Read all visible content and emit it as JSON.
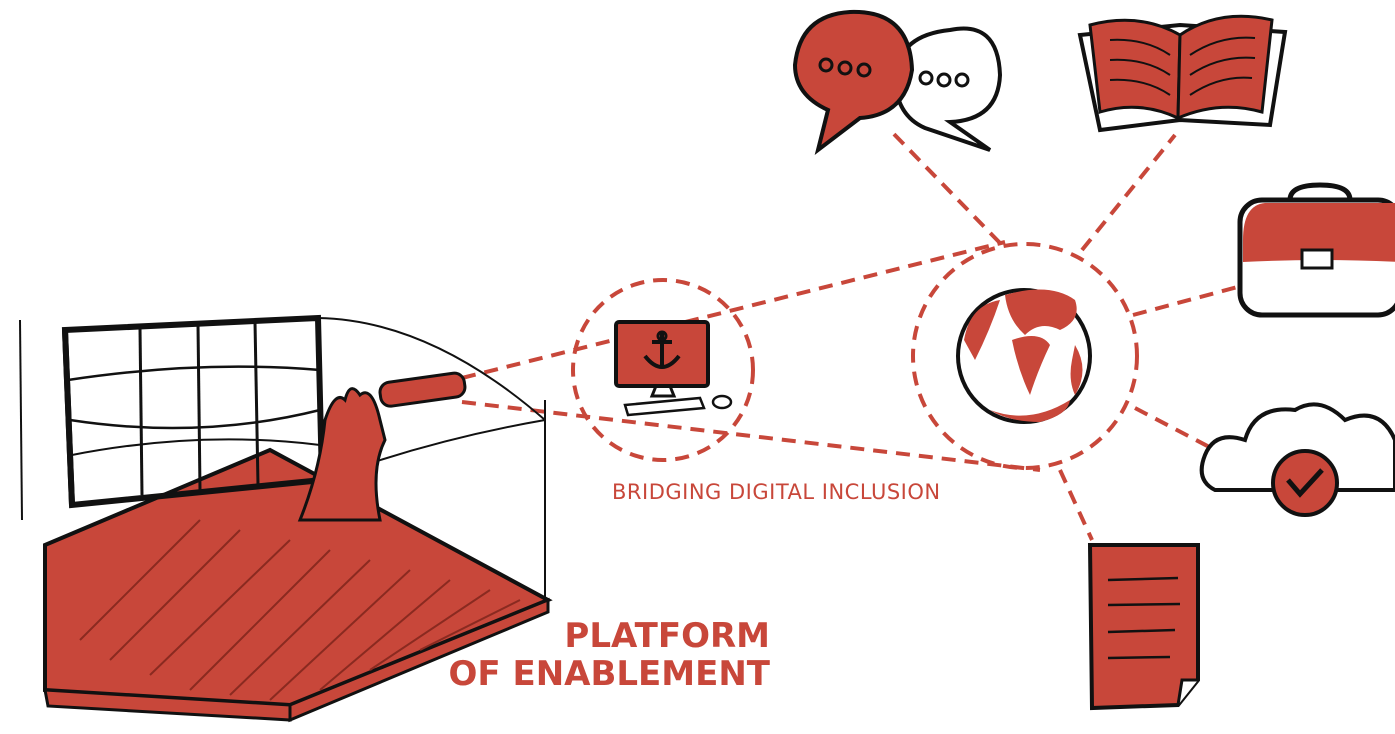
{
  "colors": {
    "accent": "#c8473a",
    "ink": "#111111",
    "background": "#ffffff"
  },
  "caption": "BRIDGING DIGITAL INCLUSION",
  "headline": {
    "line1": "PLATFORM",
    "line2": "OF ENABLEMENT"
  },
  "icons": {
    "platform": "platform-box-icon",
    "computer": "computer-anchor-icon",
    "globe": "globe-icon",
    "chat": "chat-bubbles-icon",
    "book": "open-book-icon",
    "briefcase": "briefcase-icon",
    "cloud": "cloud-check-icon",
    "document": "document-icon"
  }
}
